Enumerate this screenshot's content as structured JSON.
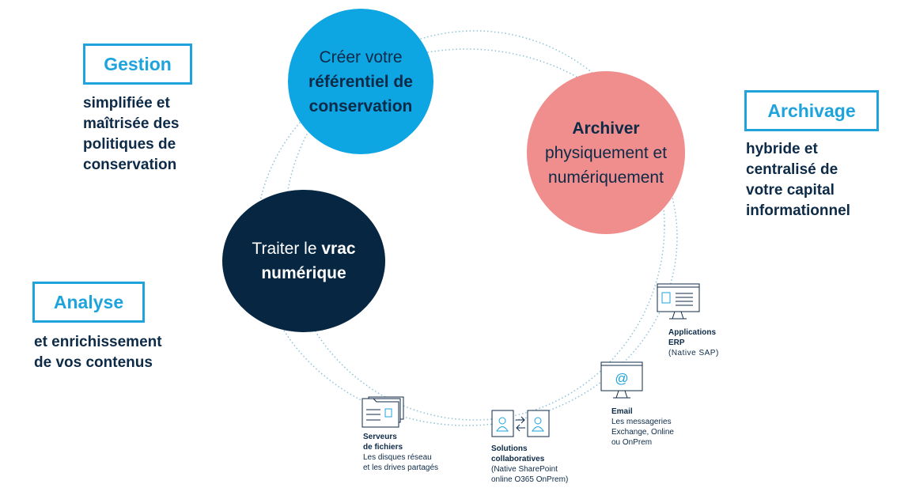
{
  "left_top": {
    "box": "Gestion",
    "lines": [
      "simplifiée et",
      "maîtrisée des",
      "politiques de",
      "conservation"
    ]
  },
  "left_bottom": {
    "box": "Analyse",
    "lines": [
      "et enrichissement",
      "de vos contenus"
    ]
  },
  "right": {
    "box": "Archivage",
    "lines": [
      "hybride et",
      "centralisé de",
      "votre capital",
      "informationnel"
    ]
  },
  "circles": {
    "create": {
      "line1": "Créer votre",
      "line2": "référentiel de",
      "line3": "conservation",
      "color": "#0ea5e3"
    },
    "archive": {
      "line1": "Archiver",
      "line2": "physiquement et",
      "line3": "numériquement",
      "color": "#f08e8e"
    },
    "treat": {
      "line1a": "Traiter le ",
      "line1b": "vrac",
      "line2": "numérique",
      "color": "#062641"
    }
  },
  "sources": [
    {
      "title1": "Applications",
      "title2": "ERP",
      "desc": [
        "(Native SAP)"
      ]
    },
    {
      "title1": "Email",
      "title2": "",
      "desc": [
        "Les messageries",
        "Exchange, Online",
        "ou OnPrem"
      ]
    },
    {
      "title1": "Solutions",
      "title2": "collaboratives",
      "desc": [
        "(Native SharePoint",
        "online O365 OnPrem)"
      ]
    },
    {
      "title1": "Serveurs",
      "title2": "de fichiers",
      "desc": [
        "Les disques réseau",
        "et les drives partagés"
      ]
    }
  ]
}
